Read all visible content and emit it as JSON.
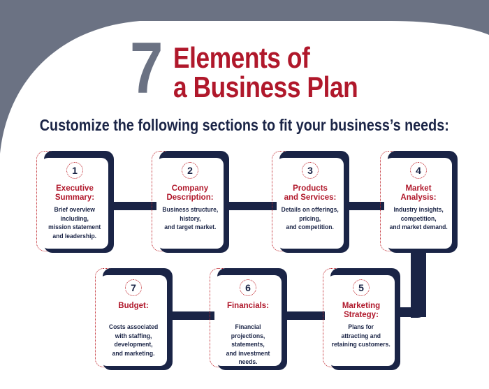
{
  "title": {
    "number": "7",
    "line1": "Elements of",
    "line2": "a Business Plan"
  },
  "subtitle": "Customize the following sections to fit your business’s needs:",
  "colors": {
    "background_gray": "#6b7283",
    "navy": "#1a2446",
    "red": "#b0182b"
  },
  "steps": [
    {
      "number": "1",
      "title": "Executive\nSummary:",
      "description": "Brief overview\nincluding,\nmission statement\nand leadership."
    },
    {
      "number": "2",
      "title": "Company\nDescription:",
      "description": "Business structure,\nhistory,\nand target market."
    },
    {
      "number": "3",
      "title": "Products\nand Services:",
      "description": "Details on offerings,\npricing,\nand competition."
    },
    {
      "number": "4",
      "title": "Market\nAnalysis:",
      "description": "Industry insights,\ncompetition,\nand market demand."
    },
    {
      "number": "5",
      "title": "Marketing\nStrategy:",
      "description": "Plans for\nattracting and\nretaining customers."
    },
    {
      "number": "6",
      "title": "Financials:",
      "description": "Financial projections,\nstatements,\nand investment needs."
    },
    {
      "number": "7",
      "title": "Budget:",
      "description": "Costs associated\nwith staffing,\ndevelopment,\nand marketing."
    }
  ]
}
